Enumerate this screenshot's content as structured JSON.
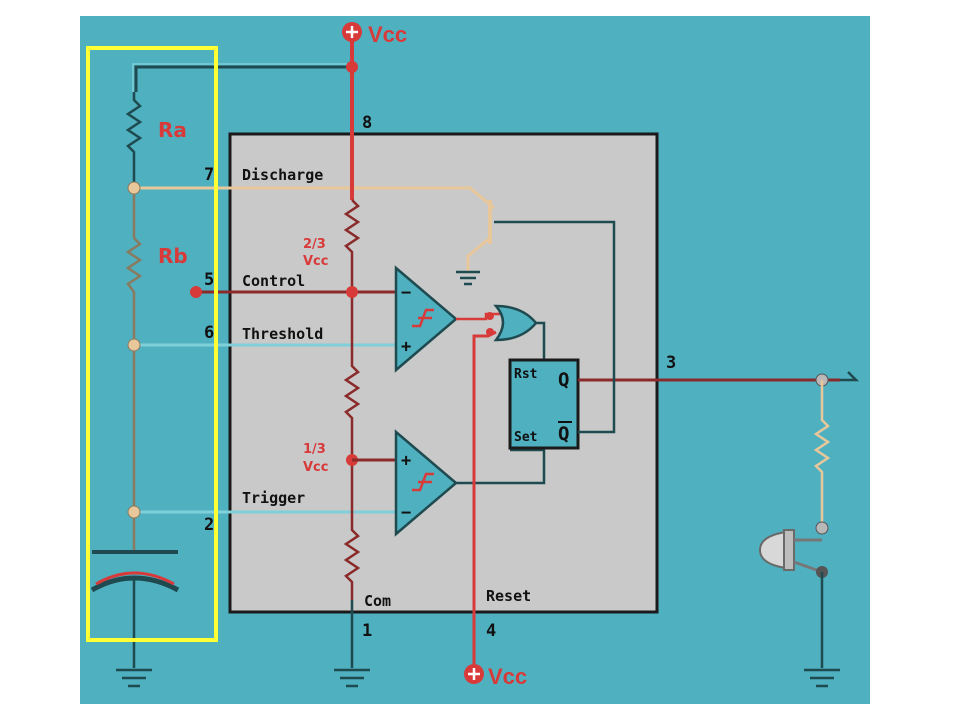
{
  "supply": {
    "top": "Vcc",
    "bottom": "Vcc"
  },
  "resistors": {
    "ra": "Ra",
    "rb": "Rb"
  },
  "divider": {
    "upper": [
      "2/3",
      "Vcc"
    ],
    "lower": [
      "1/3",
      "Vcc"
    ]
  },
  "pins": {
    "p8": "8",
    "p7": "7",
    "p5": "5",
    "p6": "6",
    "p2": "2",
    "p1": "1",
    "p4": "4",
    "p3": "3"
  },
  "pin_labels": {
    "discharge": "Discharge",
    "control": "Control",
    "threshold": "Threshold",
    "trigger": "Trigger",
    "com": "Com",
    "reset": "Reset"
  },
  "flipflop": {
    "rst": "Rst",
    "set": "Set",
    "q": "Q",
    "qbar": "Q"
  },
  "comparator_signs": {
    "minus": "−",
    "plus": "+"
  },
  "colors": {
    "background": "#4fb0c0",
    "chip": "#c9c9c9",
    "red_wire": "#d83a3a",
    "dark_red_wire": "#8b2a2a",
    "tan_wire": "#e8c79a",
    "teal_wire": "#7fd0d8",
    "highlight": "#ffff33",
    "ground": "#1e4a50"
  }
}
